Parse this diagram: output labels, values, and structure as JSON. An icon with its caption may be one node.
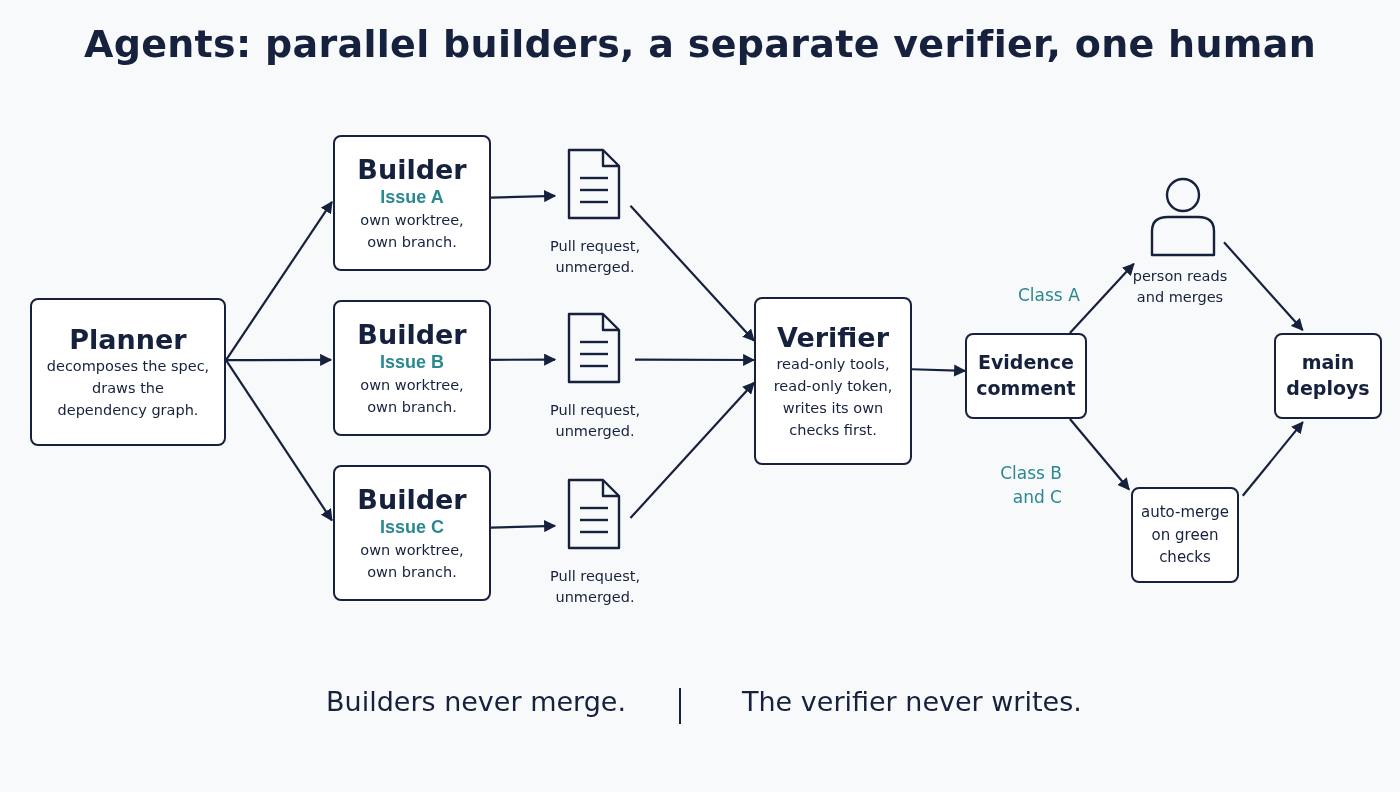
{
  "diagram": {
    "title": "Agents: parallel builders, a separate verifier, one human",
    "nodes": [
      {
        "text": [
          "Planner",
          "decomposes the spec, draws the dependency graph."
        ]
      },
      {
        "text": [
          "Builder",
          "Issue A",
          "own worktree, own branch."
        ]
      },
      {
        "text": [
          "Builder",
          "Issue B",
          "own worktree, own branch."
        ]
      },
      {
        "text": [
          "Builder",
          "Issue C",
          "own worktree, own branch."
        ]
      },
      {
        "text": [],
        "shape": "document",
        "beside": [
          "Pull request, unmerged."
        ]
      },
      {
        "text": [],
        "shape": "document",
        "beside": [
          "Pull request, unmerged."
        ]
      },
      {
        "text": [],
        "shape": "document",
        "beside": [
          "Pull request, unmerged."
        ]
      },
      {
        "text": [
          "Verifier",
          "read-only tools, read-only token, writes its own checks first."
        ]
      },
      {
        "text": [
          "Evidence comment"
        ]
      },
      {
        "text": [],
        "shape": "person",
        "beside": [
          "person reads and merges"
        ]
      },
      {
        "text": [
          "auto-merge on green checks"
        ]
      },
      {
        "text": [
          "main deploys"
        ]
      }
    ],
    "edges": [
      {
        "from": 0,
        "to": 1,
        "arrow": "to"
      },
      {
        "from": 0,
        "to": 2,
        "arrow": "to"
      },
      {
        "from": 0,
        "to": 3,
        "arrow": "to"
      },
      {
        "from": 1,
        "to": 4,
        "arrow": "to"
      },
      {
        "from": 2,
        "to": 5,
        "arrow": "to"
      },
      {
        "from": 3,
        "to": 6,
        "arrow": "to"
      },
      {
        "from": 4,
        "to": 7,
        "arrow": "to"
      },
      {
        "from": 5,
        "to": 7,
        "arrow": "to"
      },
      {
        "from": 6,
        "to": 7,
        "arrow": "to"
      },
      {
        "from": 7,
        "to": 8,
        "arrow": "to"
      },
      {
        "from": 8,
        "to": 9,
        "arrow": "to",
        "label": "Class A"
      },
      {
        "from": 8,
        "to": 10,
        "arrow": "to",
        "label": "Class B and C"
      },
      {
        "from": 9,
        "to": 11,
        "arrow": "to"
      },
      {
        "from": 10,
        "to": 11,
        "arrow": "to"
      }
    ],
    "labels": [
      "Builders never merge.",
      "The verifier never writes."
    ]
  }
}
